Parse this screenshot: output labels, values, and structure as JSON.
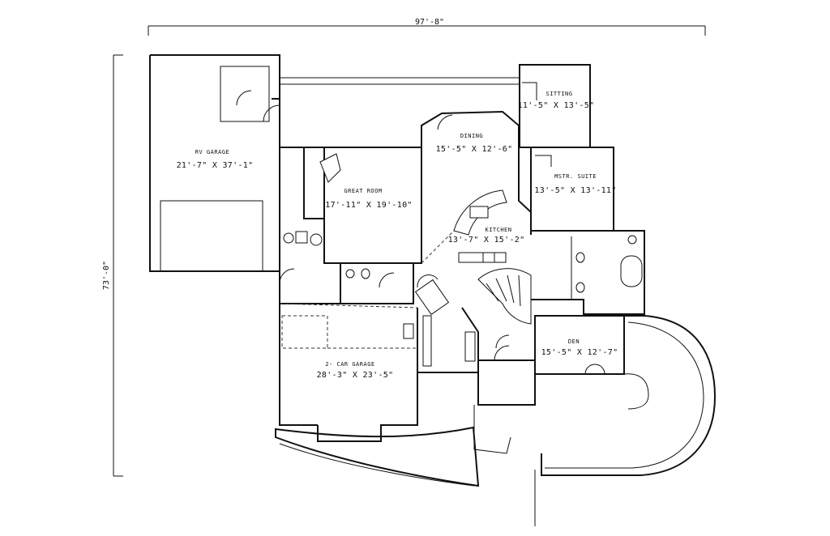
{
  "dimensions": {
    "overall_width": "97'-8\"",
    "overall_depth": "73'-0\""
  },
  "rooms": {
    "rv_garage": {
      "name": "RV GARAGE",
      "size": "21'-7\" X 37'-1\""
    },
    "great_room": {
      "name": "GREAT ROOM",
      "size": "17'-11\" X 19'-10\""
    },
    "dining": {
      "name": "DINING",
      "size": "15'-5\" X 12'-6\""
    },
    "sitting": {
      "name": "SITTING",
      "size": "11'-5\" X 13'-5\""
    },
    "mstr_suite": {
      "name": "MSTR. SUITE",
      "size": "13'-5\" X 13'-11\""
    },
    "kitchen": {
      "name": "KITCHEN",
      "size": "13'-7\" X 15'-2\""
    },
    "den": {
      "name": "DEN",
      "size": "15'-5\" X 12'-7\""
    },
    "two_car_garage": {
      "name": "2- CAR GARAGE",
      "size": "28'-3\" X 23'-5\""
    }
  }
}
